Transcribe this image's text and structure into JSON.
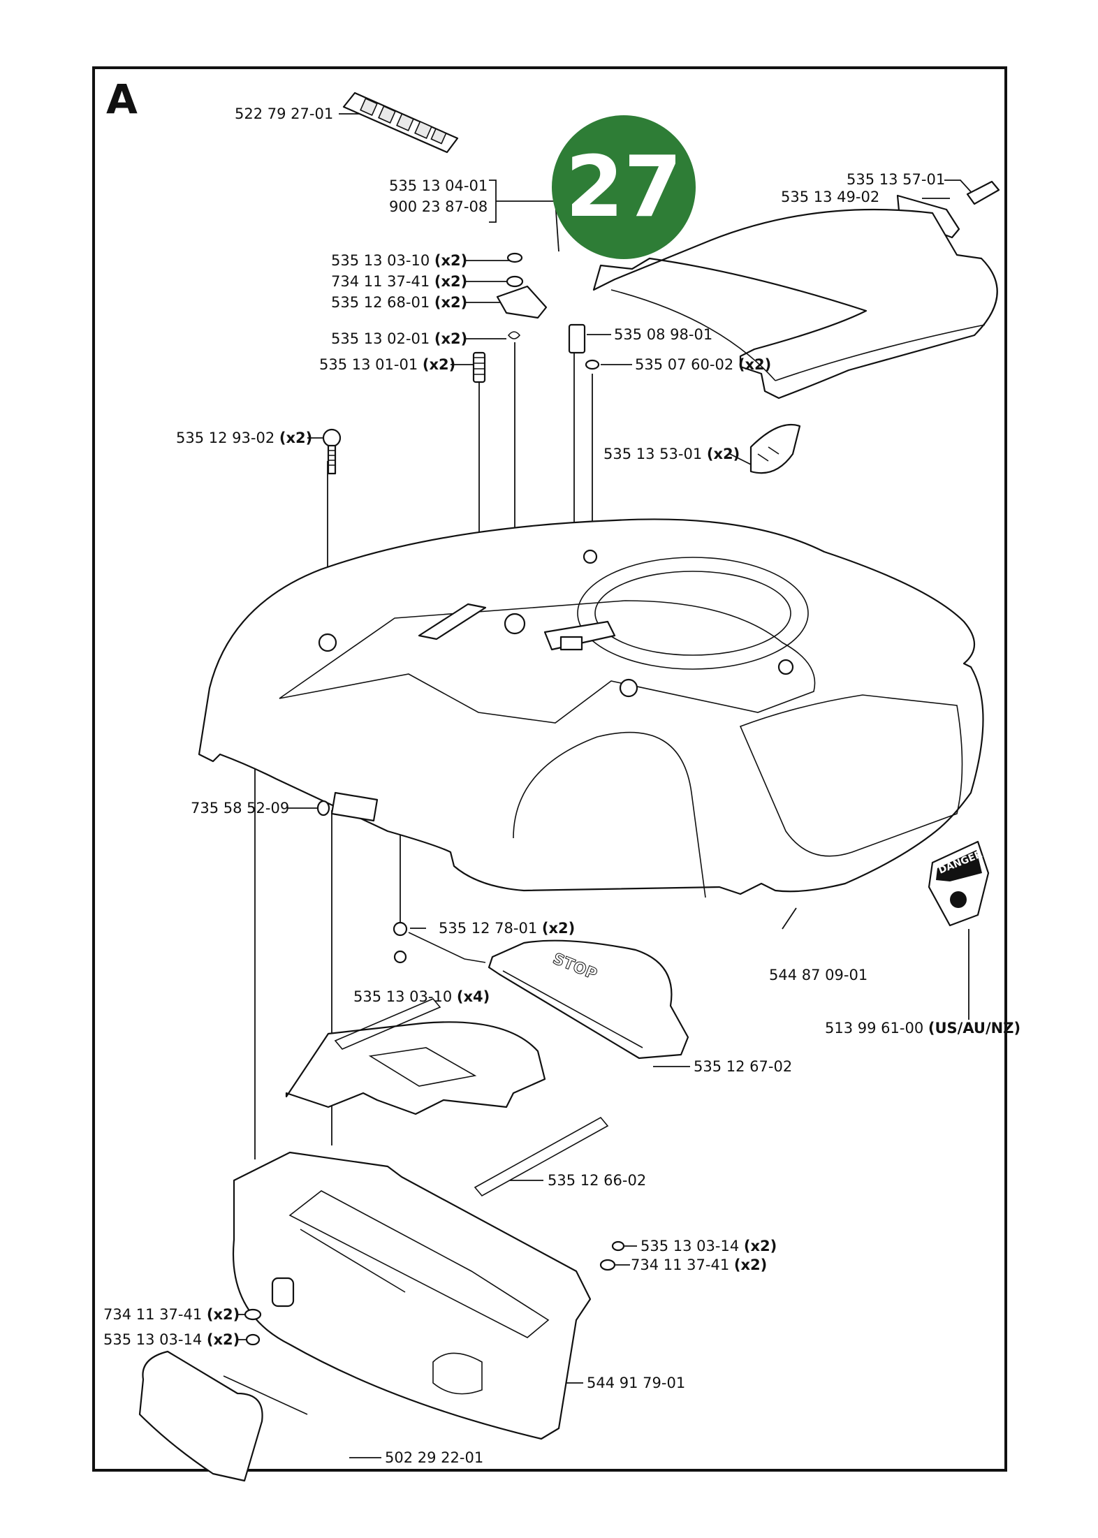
{
  "section_letter": "A",
  "page_number": "27",
  "colors": {
    "badge": "#2e7d36",
    "frame": "#111111"
  },
  "parts": [
    {
      "id": "p1",
      "number": "522 79 27-01",
      "qty": ""
    },
    {
      "id": "p2",
      "number": "535 13 04-01",
      "qty": ""
    },
    {
      "id": "p3",
      "number": "900 23 87-08",
      "qty": ""
    },
    {
      "id": "p4",
      "number": "535 13 57-01",
      "qty": ""
    },
    {
      "id": "p5",
      "number": "535 13 49-02",
      "qty": ""
    },
    {
      "id": "p6",
      "number": "535 13 03-10",
      "qty": "(x2)"
    },
    {
      "id": "p7",
      "number": "734 11 37-41",
      "qty": "(x2)"
    },
    {
      "id": "p8",
      "number": "535 12 68-01",
      "qty": "(x2)"
    },
    {
      "id": "p9",
      "number": "535 13 02-01",
      "qty": "(x2)"
    },
    {
      "id": "p10",
      "number": "535 08 98-01",
      "qty": ""
    },
    {
      "id": "p11",
      "number": "535 13 01-01",
      "qty": "(x2)"
    },
    {
      "id": "p12",
      "number": "535 07 60-02",
      "qty": "(x2)"
    },
    {
      "id": "p13",
      "number": "535 12 93-02",
      "qty": "(x2)"
    },
    {
      "id": "p14",
      "number": "535 13 53-01",
      "qty": "(x2)"
    },
    {
      "id": "p15",
      "number": "735 58 52-09",
      "qty": ""
    },
    {
      "id": "p16",
      "number": "535 12 78-01",
      "qty": "(x2)"
    },
    {
      "id": "p17",
      "number": "544 87 09-01",
      "qty": ""
    },
    {
      "id": "p18",
      "number": "535 13 03-10",
      "qty": "(x4)"
    },
    {
      "id": "p19",
      "number": "513 99 61-00",
      "qty": "(US/AU/NZ)"
    },
    {
      "id": "p20",
      "number": "535 12 67-02",
      "qty": ""
    },
    {
      "id": "p21",
      "number": "535 12 66-02",
      "qty": ""
    },
    {
      "id": "p22",
      "number": "535 13 03-14",
      "qty": "(x2)"
    },
    {
      "id": "p23",
      "number": "734 11 37-41",
      "qty": "(x2)"
    },
    {
      "id": "p24",
      "number": "734 11 37-41",
      "qty": "(x2)"
    },
    {
      "id": "p25",
      "number": "535 13 03-14",
      "qty": "(x2)"
    },
    {
      "id": "p26",
      "number": "544 91 79-01",
      "qty": ""
    },
    {
      "id": "p27",
      "number": "502 29 22-01",
      "qty": ""
    }
  ],
  "decals": {
    "danger_title": "DANGER",
    "stop_text": "STOP"
  }
}
